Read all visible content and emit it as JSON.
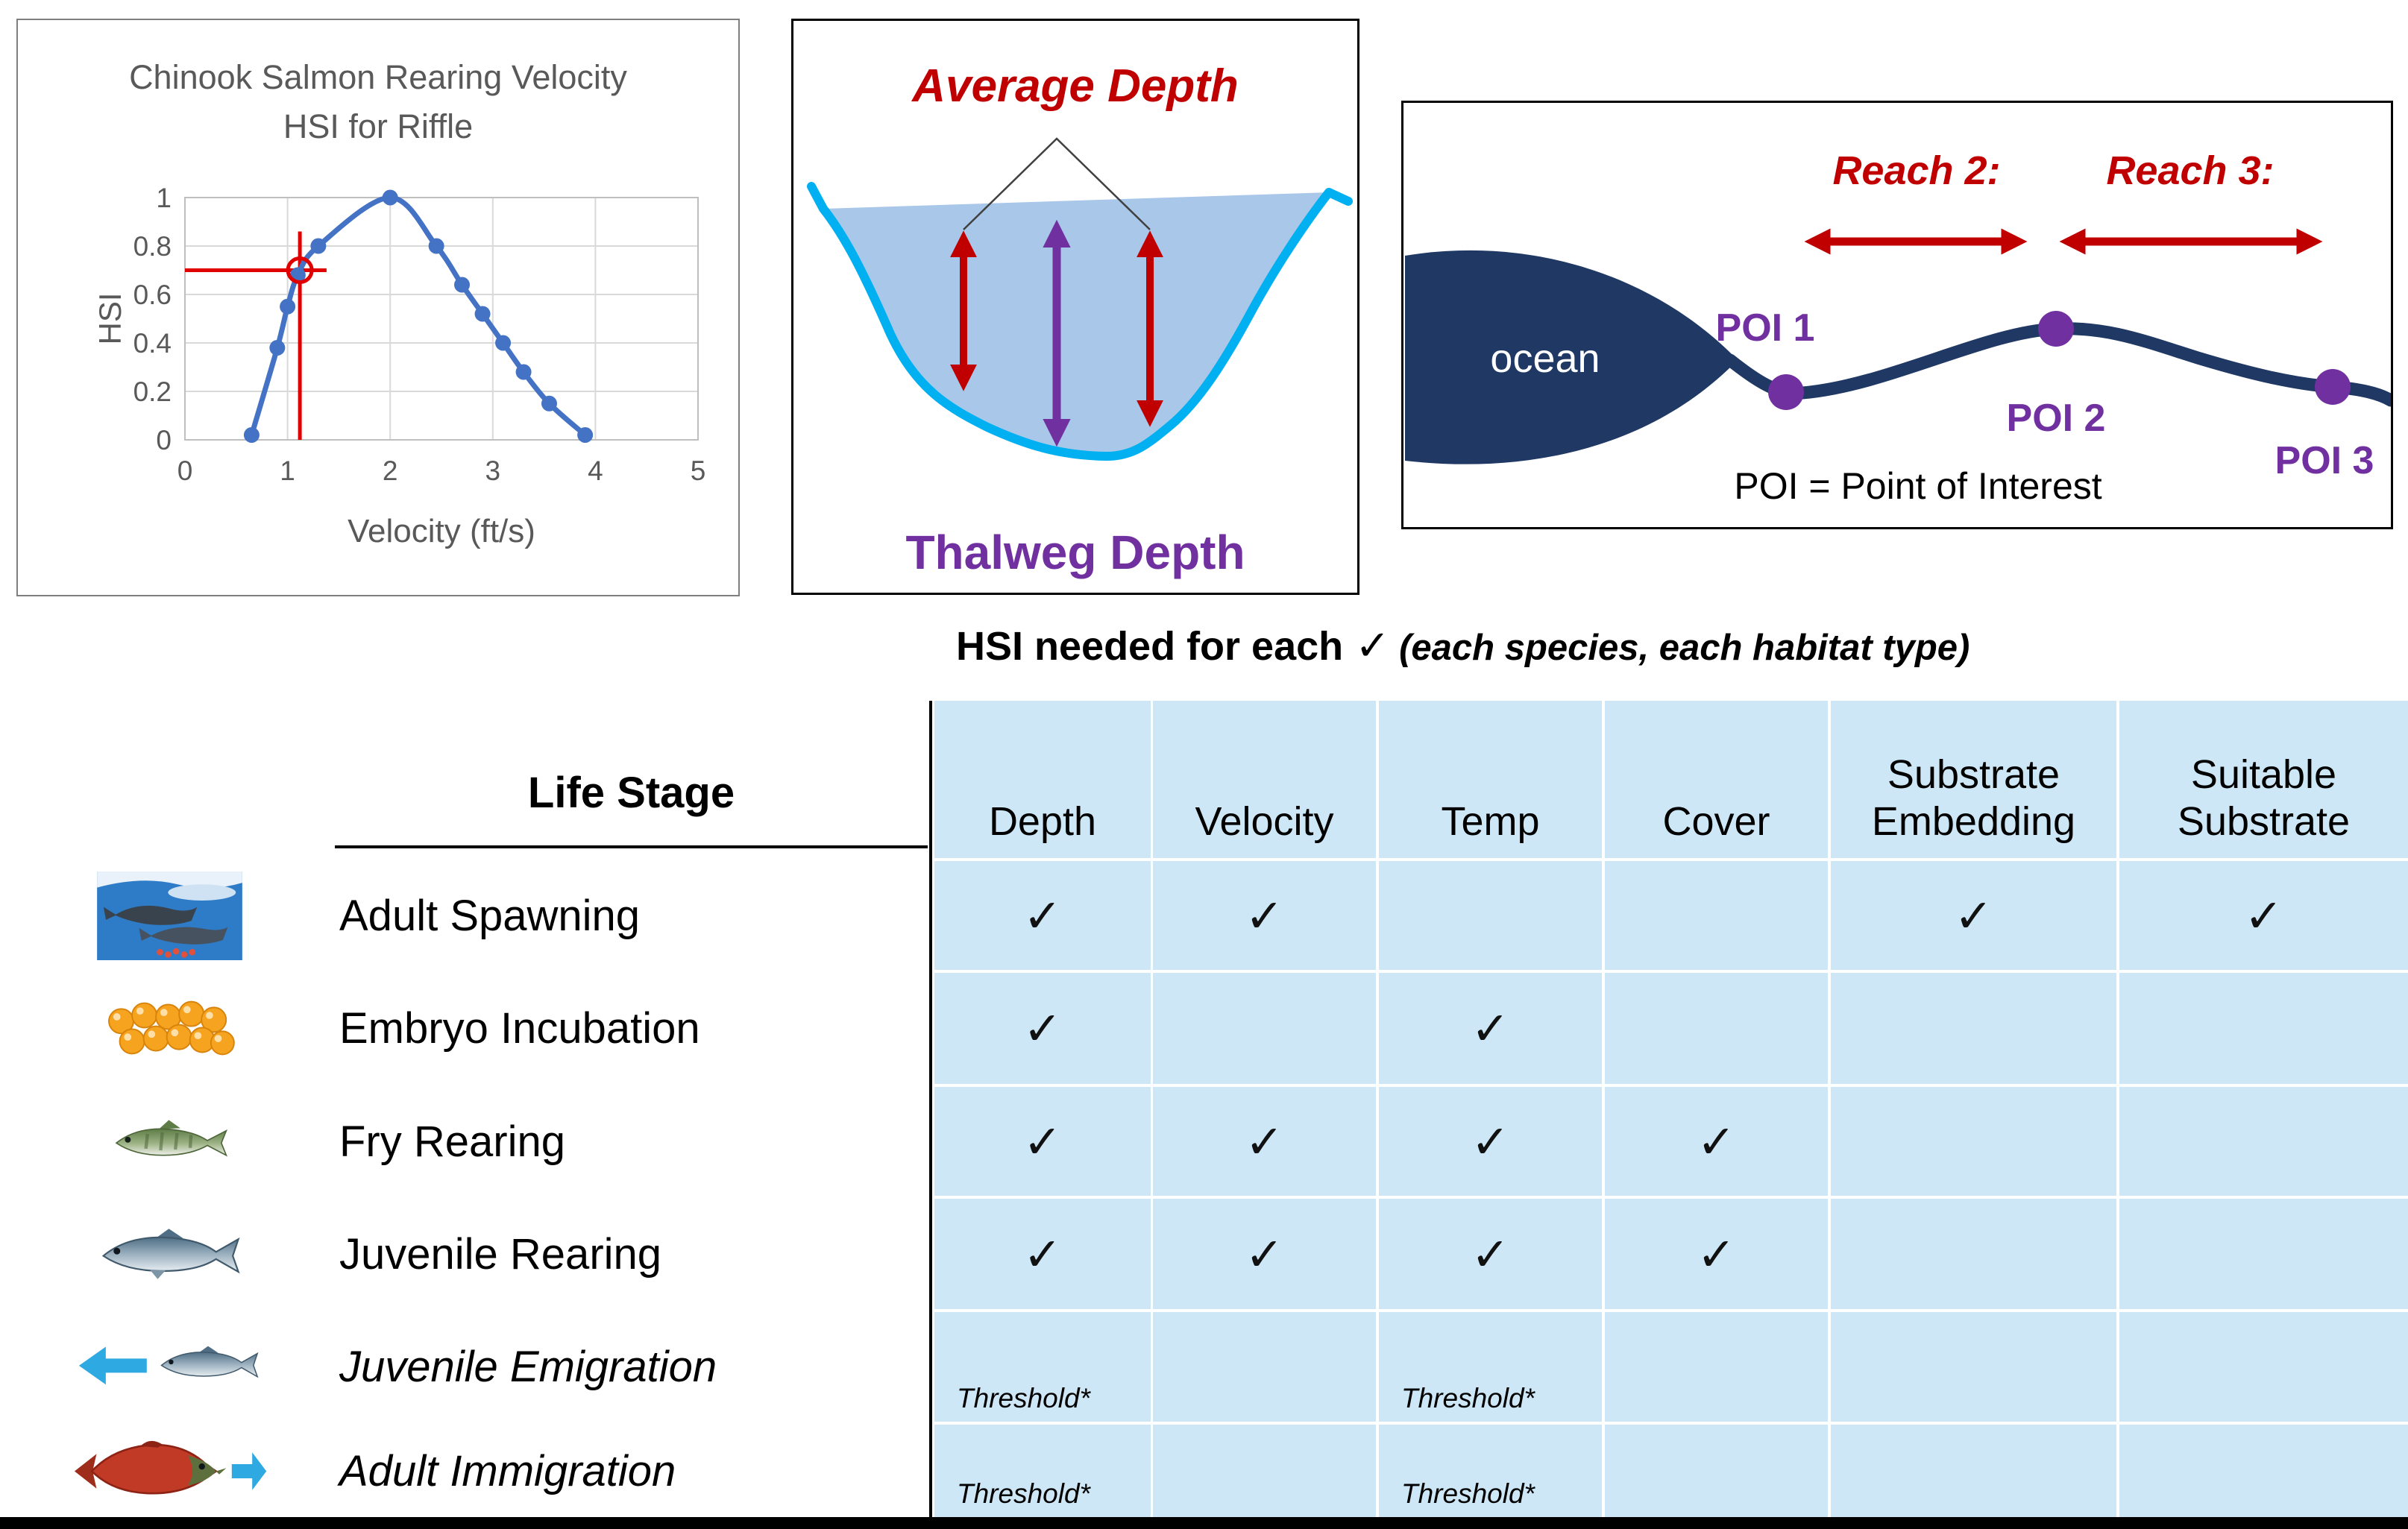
{
  "chart_data": {
    "type": "line",
    "title": [
      "Chinook Salmon Rearing Velocity",
      "HSI for Riffle"
    ],
    "xlabel": "Velocity (ft/s)",
    "ylabel": "HSI",
    "xlim": [
      0,
      5
    ],
    "ylim": [
      0,
      1
    ],
    "x_ticks": [
      "0",
      "1",
      "2",
      "3",
      "4",
      "5"
    ],
    "y_ticks": [
      "0",
      "0.2",
      "0.4",
      "0.6",
      "0.8",
      "1"
    ],
    "grid": true,
    "legend": "none",
    "series": [
      {
        "name": "Chinook rearing velocity HSI (riffle)",
        "color": "#4472C4",
        "points": [
          [
            0.65,
            0.02
          ],
          [
            0.9,
            0.38
          ],
          [
            1.0,
            0.55
          ],
          [
            1.1,
            0.68
          ],
          [
            1.3,
            0.8
          ],
          [
            2.0,
            1.0
          ],
          [
            2.45,
            0.8
          ],
          [
            2.7,
            0.64
          ],
          [
            2.9,
            0.52
          ],
          [
            3.1,
            0.4
          ],
          [
            3.3,
            0.28
          ],
          [
            3.55,
            0.15
          ],
          [
            3.9,
            0.02
          ]
        ]
      }
    ],
    "crosshair": {
      "x": 1.12,
      "y": 0.7,
      "h_extent": 1.38,
      "v_extent": 0.86,
      "color": "#E00000"
    }
  },
  "cross_section": {
    "average_depth_label": "Average Depth",
    "thalweg_depth_label": "Thalweg Depth"
  },
  "river_profile": {
    "reach2_label": "Reach 2:",
    "reach3_label": "Reach 3:",
    "ocean_label": "ocean",
    "poi_labels": [
      "POI 1",
      "POI 2",
      "POI 3"
    ],
    "poi_legend": "POI = Point of Interest"
  },
  "heading": {
    "main": "HSI needed for each",
    "check": "✓",
    "qualifier": "(each species, each habitat type)"
  },
  "table": {
    "life_stage_header": "Life Stage",
    "columns": [
      "Depth",
      "Velocity",
      "Temp",
      "Cover",
      "Substrate Embedding",
      "Suitable Substrate"
    ],
    "check_glyph": "✓",
    "threshold_label": "Threshold*",
    "rows": [
      {
        "label": "Adult Spawning",
        "icon": "spawning-photo",
        "italic": false,
        "cells": [
          "check",
          "check",
          "",
          "",
          "check",
          "check"
        ]
      },
      {
        "label": "Embryo Incubation",
        "icon": "egg-cluster",
        "italic": false,
        "cells": [
          "check",
          "",
          "check",
          "",
          "",
          ""
        ]
      },
      {
        "label": "Fry Rearing",
        "icon": "fry-fish",
        "italic": false,
        "cells": [
          "check",
          "check",
          "check",
          "check",
          "",
          ""
        ]
      },
      {
        "label": "Juvenile Rearing",
        "icon": "juvenile-fish",
        "italic": false,
        "cells": [
          "check",
          "check",
          "check",
          "check",
          "",
          ""
        ]
      },
      {
        "label": "Juvenile Emigration",
        "icon": "juvenile-fish-left-arrow",
        "italic": true,
        "cells": [
          "threshold",
          "",
          "threshold",
          "",
          "",
          ""
        ]
      },
      {
        "label": "Adult Immigration",
        "icon": "adult-salmon-right-arrow",
        "italic": true,
        "cells": [
          "threshold",
          "",
          "threshold",
          "",
          "",
          ""
        ]
      }
    ]
  },
  "colors": {
    "table_cell_blue": "#CDE7F6",
    "navy": "#1F3864",
    "purple": "#7030A0",
    "red": "#C00000",
    "cyan": "#00B0F0",
    "water_fill": "#A9C7E9",
    "chart_line_blue": "#4472C4",
    "emigration_arrow_blue": "#2FA9E2"
  }
}
